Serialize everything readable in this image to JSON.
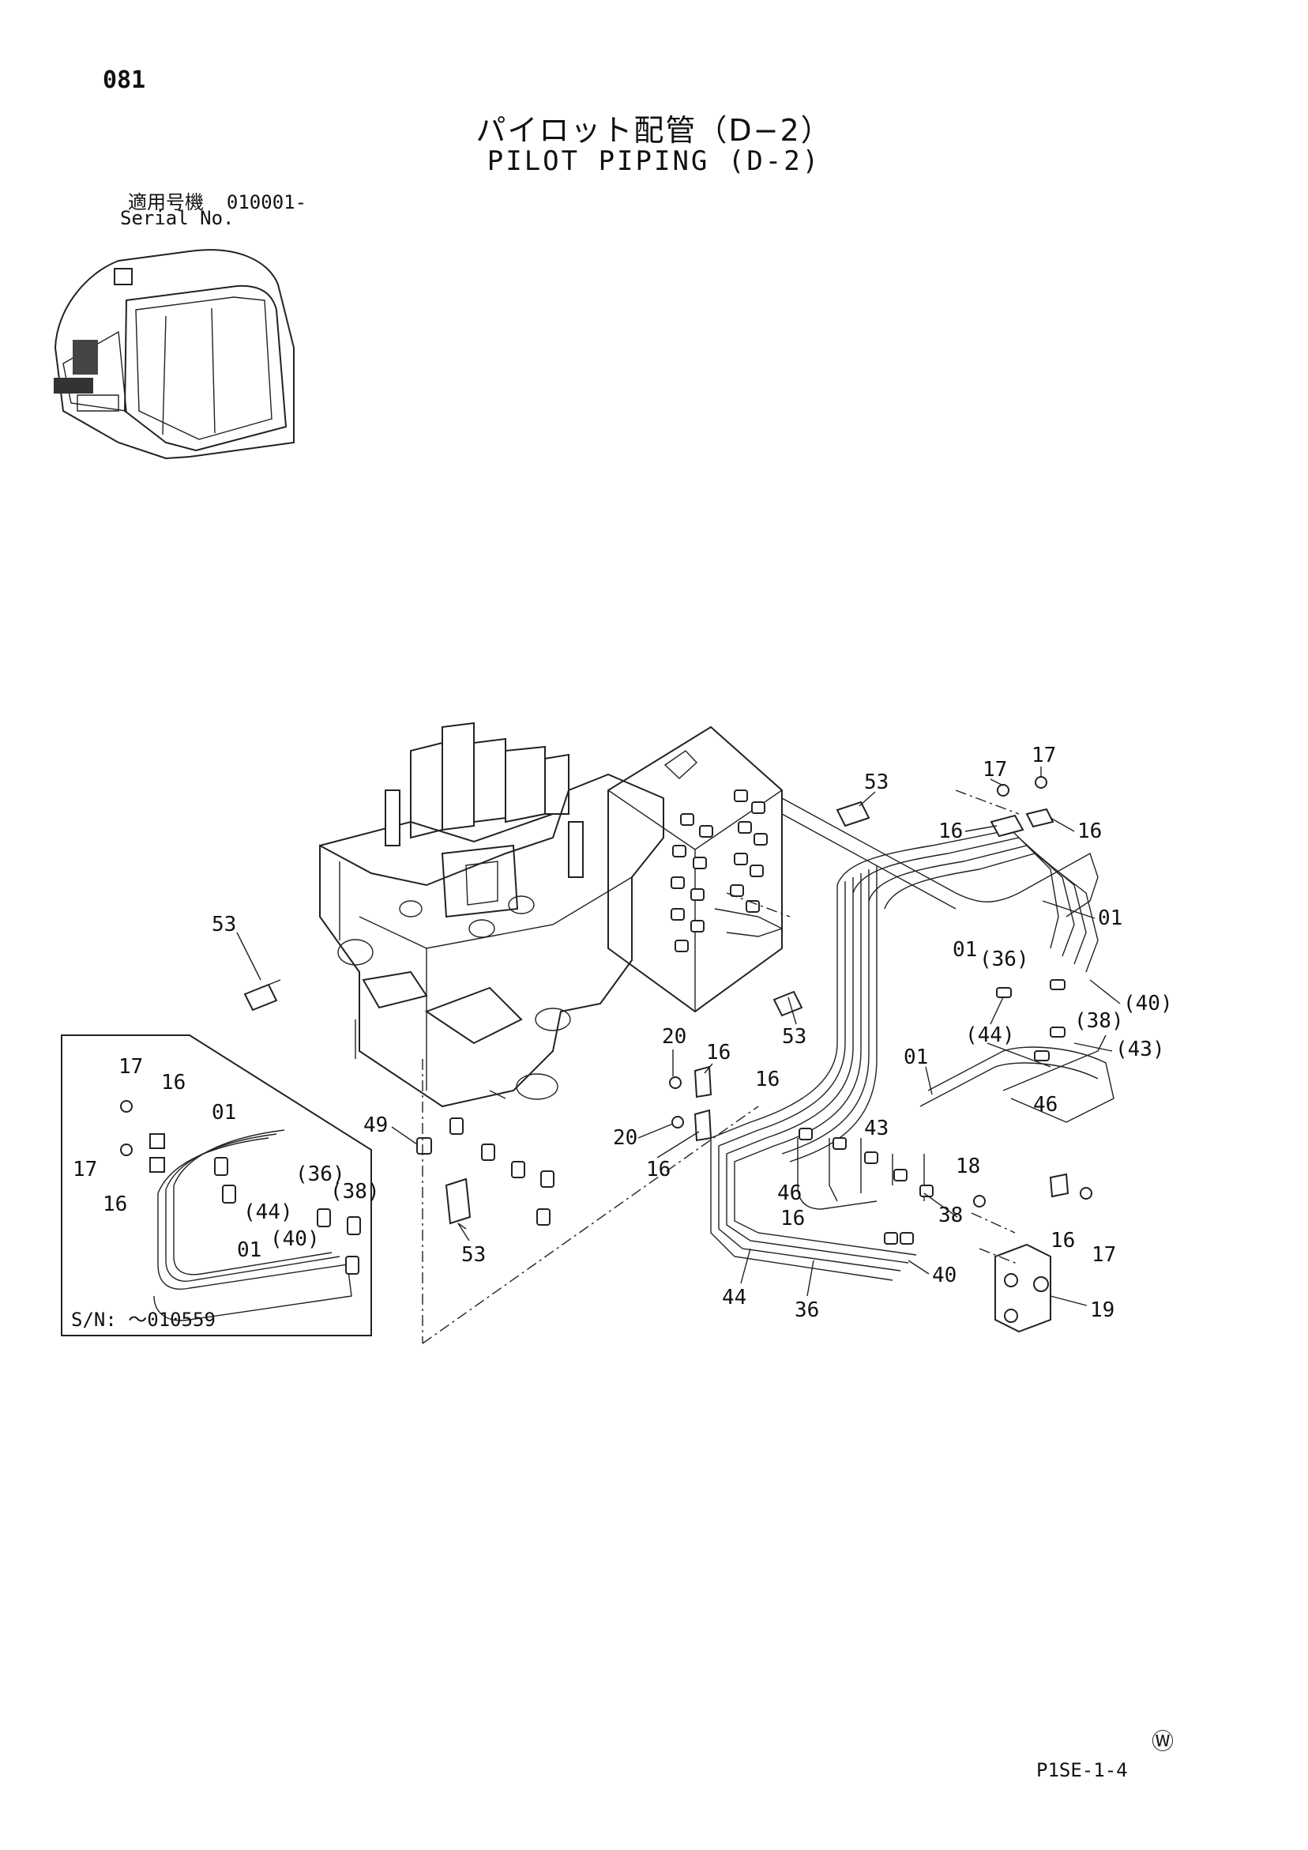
{
  "header": {
    "page_number": "081",
    "title_jp": "パイロット配管（D−2）",
    "title_en": "PILOT PIPING (D-2)",
    "serial_label_jp": "適用号機",
    "serial_value": "010001-",
    "serial_label_en": "Serial No."
  },
  "inset": {
    "sn_label": "S/N: ～010559"
  },
  "callouts": {
    "c53a": "53",
    "c53b": "53",
    "c53c": "53",
    "c53d": "53",
    "c17a": "17",
    "c17b": "17",
    "c17c": "17",
    "c17d": "17",
    "c17e": "17",
    "c16a": "16",
    "c16b": "16",
    "c16c": "16",
    "c16d": "16",
    "c16e": "16",
    "c16f": "16",
    "c16g": "16",
    "c16h": "16",
    "c16i": "16",
    "c01a": "01",
    "c01b": "01",
    "c01c": "01",
    "c01d": "01",
    "c01e": "01",
    "c36p": "(36)",
    "c38p": "(38)",
    "c40p": "(40)",
    "c43p": "(43)",
    "c44p": "(44)",
    "i36p": "(36)",
    "i38p": "(38)",
    "i40p": "(40)",
    "i44p": "(44)",
    "c46a": "46",
    "c46b": "46",
    "c20a": "20",
    "c20b": "20",
    "c49": "49",
    "c43": "43",
    "c18": "18",
    "c38": "38",
    "c40": "40",
    "c44": "44",
    "c36": "36",
    "c19": "19"
  },
  "footer": {
    "watermark": "Ⓦ",
    "page_code": "P1SE-1-4"
  }
}
